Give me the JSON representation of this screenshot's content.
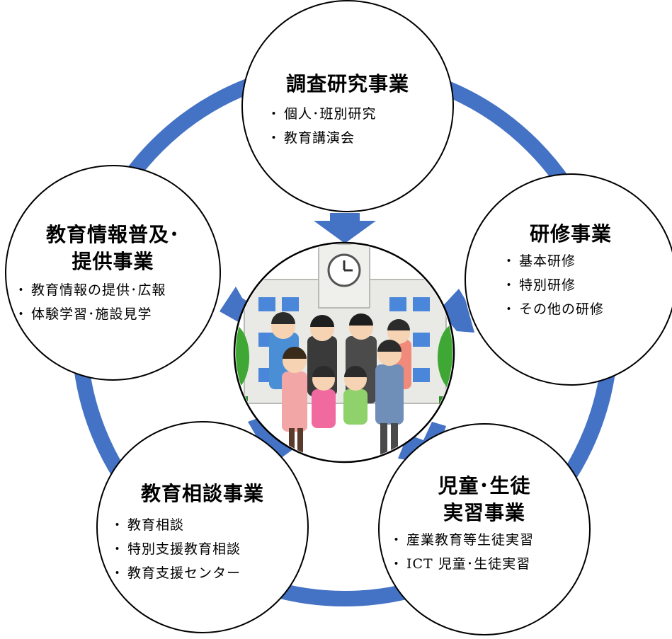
{
  "colors": {
    "ring": "#4472C4",
    "outline": "#000000",
    "node_fill": "#ffffff"
  },
  "center": {
    "image": "school-building-with-family-illustration"
  },
  "nodes": {
    "research": {
      "title": [
        "調査研究事業"
      ],
      "items": [
        "個人･班別研究",
        "教育講演会"
      ]
    },
    "training": {
      "title": [
        "研修事業"
      ],
      "items": [
        "基本研修",
        "特別研修",
        "その他の研修"
      ]
    },
    "student": {
      "title": [
        "児童･生徒",
        "実習事業"
      ],
      "items": [
        "産業教育等生徒実習",
        "ICT 児童･生徒実習"
      ]
    },
    "counseling": {
      "title": [
        "教育相談事業"
      ],
      "items": [
        "教育相談",
        "特別支援教育相談",
        "教育支援センター"
      ]
    },
    "info": {
      "title": [
        "教育情報普及･",
        "提供事業"
      ],
      "items": [
        "教育情報の提供･広報",
        "体験学習･施設見学"
      ]
    }
  }
}
